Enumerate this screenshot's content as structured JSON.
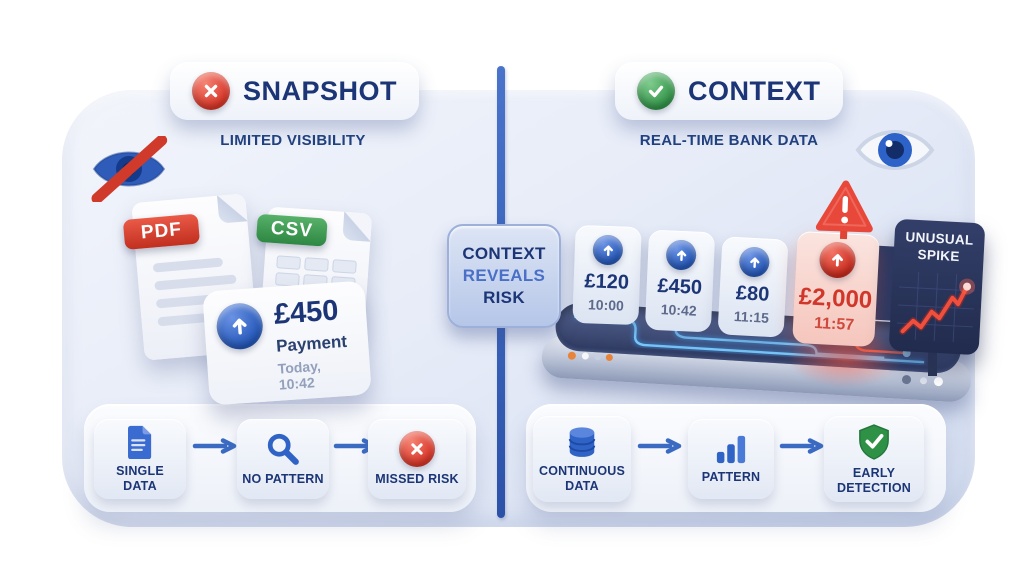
{
  "palette": {
    "navy_text": "#1c3576",
    "accent_blue": "#2f63c5",
    "alert_red": "#d8372a",
    "success_green": "#2f9145",
    "divider_blue": "#3158b5",
    "board_bg": "#e7ecf8",
    "dark_card_bg": "#273358"
  },
  "left_panel": {
    "header": {
      "label": "SNAPSHOT",
      "icon": "x-circle-icon"
    },
    "subtitle": "LIMITED VISIBILITY",
    "eye_icon": "eye-off-icon",
    "documents": [
      {
        "badge": "PDF"
      },
      {
        "badge": "CSV"
      }
    ],
    "payment_card": {
      "icon": "arrow-up-circle-icon",
      "amount": "£450",
      "label": "Payment",
      "time": "Today, 10:42"
    },
    "flow": [
      {
        "label": "SINGLE DATA",
        "icon": "document-icon"
      },
      {
        "label": "NO PATTERN",
        "icon": "magnifier-icon"
      },
      {
        "label": "MISSED RISK",
        "icon": "x-circle-icon"
      }
    ]
  },
  "center": {
    "badge": {
      "line1": "CONTEXT",
      "line2": "REVEALS",
      "line3": "RISK"
    }
  },
  "right_panel": {
    "header": {
      "label": "CONTEXT",
      "icon": "check-circle-icon"
    },
    "subtitle": "REAL-TIME BANK DATA",
    "eye_icon": "eye-icon",
    "transactions": [
      {
        "amount": "£120",
        "time": "10:00"
      },
      {
        "amount": "£450",
        "time": "10:42"
      },
      {
        "amount": "£80",
        "time": "11:15"
      },
      {
        "amount": "£2,000",
        "time": "11:57",
        "warning_icon": "warning-triangle-icon"
      }
    ],
    "spike_card": {
      "line1": "UNUSUAL",
      "line2": "SPIKE",
      "chart_icon": "spike-line-chart-icon"
    },
    "flow": [
      {
        "label": "CONTINUOUS DATA",
        "icon": "database-icon"
      },
      {
        "label": "PATTERN",
        "icon": "bar-chart-icon"
      },
      {
        "label": "EARLY DETECTION",
        "icon": "shield-check-icon"
      }
    ]
  }
}
